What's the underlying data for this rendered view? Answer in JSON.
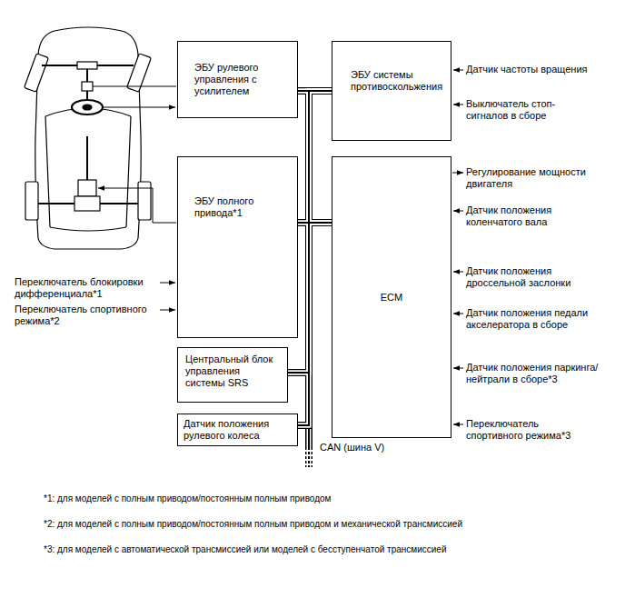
{
  "diagram": {
    "nodes": [
      {
        "text": [
          "ЭБУ рулевого управления с усилителем"
        ]
      },
      {
        "text": [
          "ЭБУ полного привода*1"
        ]
      },
      {
        "text": [
          "Центральный блок управления системы SRS"
        ]
      },
      {
        "text": [
          "Датчик положения рулевого колеса"
        ]
      },
      {
        "text": [
          "ЭБУ системы противоскольжения"
        ]
      },
      {
        "text": [
          "ECM"
        ]
      }
    ],
    "edges": [
      {
        "from": 0,
        "to": 4,
        "arrow": "none"
      },
      {
        "from": 0,
        "to": 5,
        "arrow": "none"
      },
      {
        "from": 1,
        "to": 4,
        "arrow": "none"
      },
      {
        "from": 1,
        "to": 5,
        "arrow": "none"
      },
      {
        "from": 2,
        "to": 4,
        "arrow": "none"
      },
      {
        "from": 2,
        "to": 5,
        "arrow": "none"
      },
      {
        "from": 3,
        "to": 4,
        "arrow": "none"
      },
      {
        "from": 3,
        "to": 5,
        "arrow": "none"
      },
      {
        "from": 4,
        "to": 5,
        "arrow": "none"
      }
    ],
    "labels": [
      "Датчик частоты вращения",
      "Выключатель стоп-сигналов в сборе",
      "Регулирование мощности двигателя",
      "Датчик положения коленчатого вала",
      "Датчик положения дроссельной заслонки",
      "Датчик положения педали акселератора в сборе",
      "Датчик положения паркинга/ нейтрали в сборе*3",
      "Переключатель спортивного режима*3",
      "Переключатель блокировки дифференциала*1",
      "Переключатель спортивного режима*2",
      "CAN (шина V)",
      "*1: для моделей с полным приводом/постоянным полным приводом",
      "*2: для моделей с полным приводом/постоянным полным приводом и механической трансмиссией",
      "*3: для моделей с автоматической трансмиссией или моделей с бесступенчатой трансмиссией"
    ]
  }
}
